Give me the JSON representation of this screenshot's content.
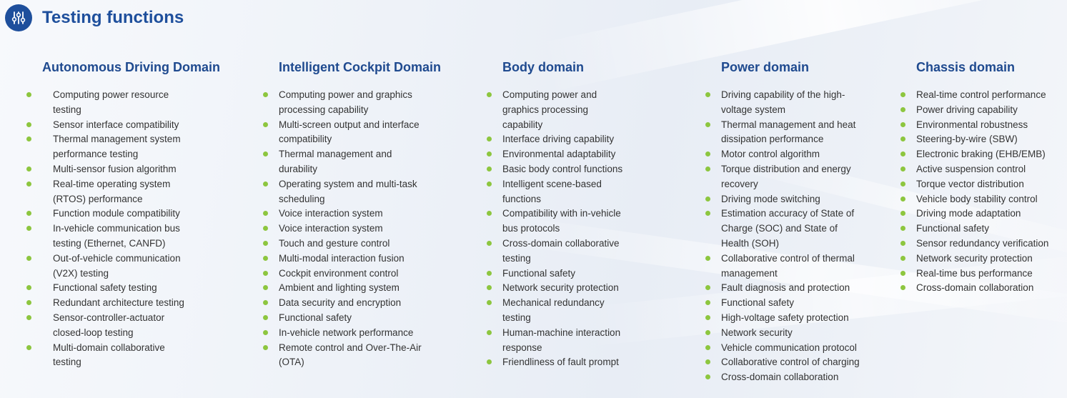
{
  "header": {
    "title": "Testing functions",
    "icon": "sliders-icon"
  },
  "colors": {
    "title_blue": "#1e4f9c",
    "bullet_green": "#8dc63f",
    "text": "#333333"
  },
  "columns": [
    {
      "title": "Autonomous Driving Domain",
      "items": [
        "Computing power resource testing",
        "Sensor interface compatibility",
        "Thermal management system performance testing",
        "Multi-sensor fusion algorithm",
        "Real-time operating system (RTOS) performance",
        "Function module compatibility",
        "In-vehicle communication bus testing (Ethernet, CANFD)",
        "Out-of-vehicle communication (V2X) testing",
        "Functional safety testing",
        "Redundant architecture testing",
        "Sensor-controller-actuator closed-loop testing",
        "Multi-domain collaborative testing"
      ]
    },
    {
      "title": "Intelligent Cockpit Domain",
      "items": [
        "Computing power and graphics processing capability",
        "Multi-screen output and interface compatibility",
        "Thermal management and durability",
        "Operating system and multi-task scheduling",
        "Voice interaction system",
        "Voice interaction system",
        "Touch and gesture control",
        "Multi-modal interaction fusion",
        "Cockpit environment control",
        "Ambient and lighting system",
        "Data security and encryption",
        "Functional safety",
        "In-vehicle network performance",
        "Remote control and Over-The-Air (OTA)"
      ]
    },
    {
      "title": "Body domain",
      "items": [
        "Computing power and graphics processing capability",
        "Interface driving capability",
        "Environmental adaptability",
        "Basic body control functions",
        "Intelligent scene-based functions",
        "Compatibility with in-vehicle bus protocols",
        "Cross-domain collaborative testing",
        "Functional safety",
        "Network security protection",
        "Mechanical redundancy testing",
        "Human-machine interaction response",
        "Friendliness of fault prompt"
      ]
    },
    {
      "title": "Power domain",
      "items": [
        "Driving capability of the high-voltage system",
        "Thermal management and heat dissipation performance",
        "Motor control algorithm",
        "Torque distribution and energy recovery",
        "Driving mode switching",
        "Estimation accuracy of State of Charge (SOC) and State of Health (SOH)",
        "Collaborative control of thermal management",
        "Fault diagnosis and protection",
        "Functional safety",
        "High-voltage safety protection",
        "Network security",
        "Vehicle communication protocol",
        "Collaborative control of charging",
        "Cross-domain collaboration"
      ]
    },
    {
      "title": "Chassis domain",
      "items": [
        "Real-time control performance",
        "Power driving capability",
        "Environmental robustness",
        "Steering-by-wire (SBW)",
        "Electronic braking (EHB/EMB)",
        "Active suspension control",
        "Torque vector distribution",
        "Vehicle body stability control",
        "Driving mode adaptation",
        "Functional safety",
        "Sensor redundancy verification",
        "Network security protection",
        "Real-time bus performance",
        "Cross-domain collaboration"
      ]
    }
  ]
}
